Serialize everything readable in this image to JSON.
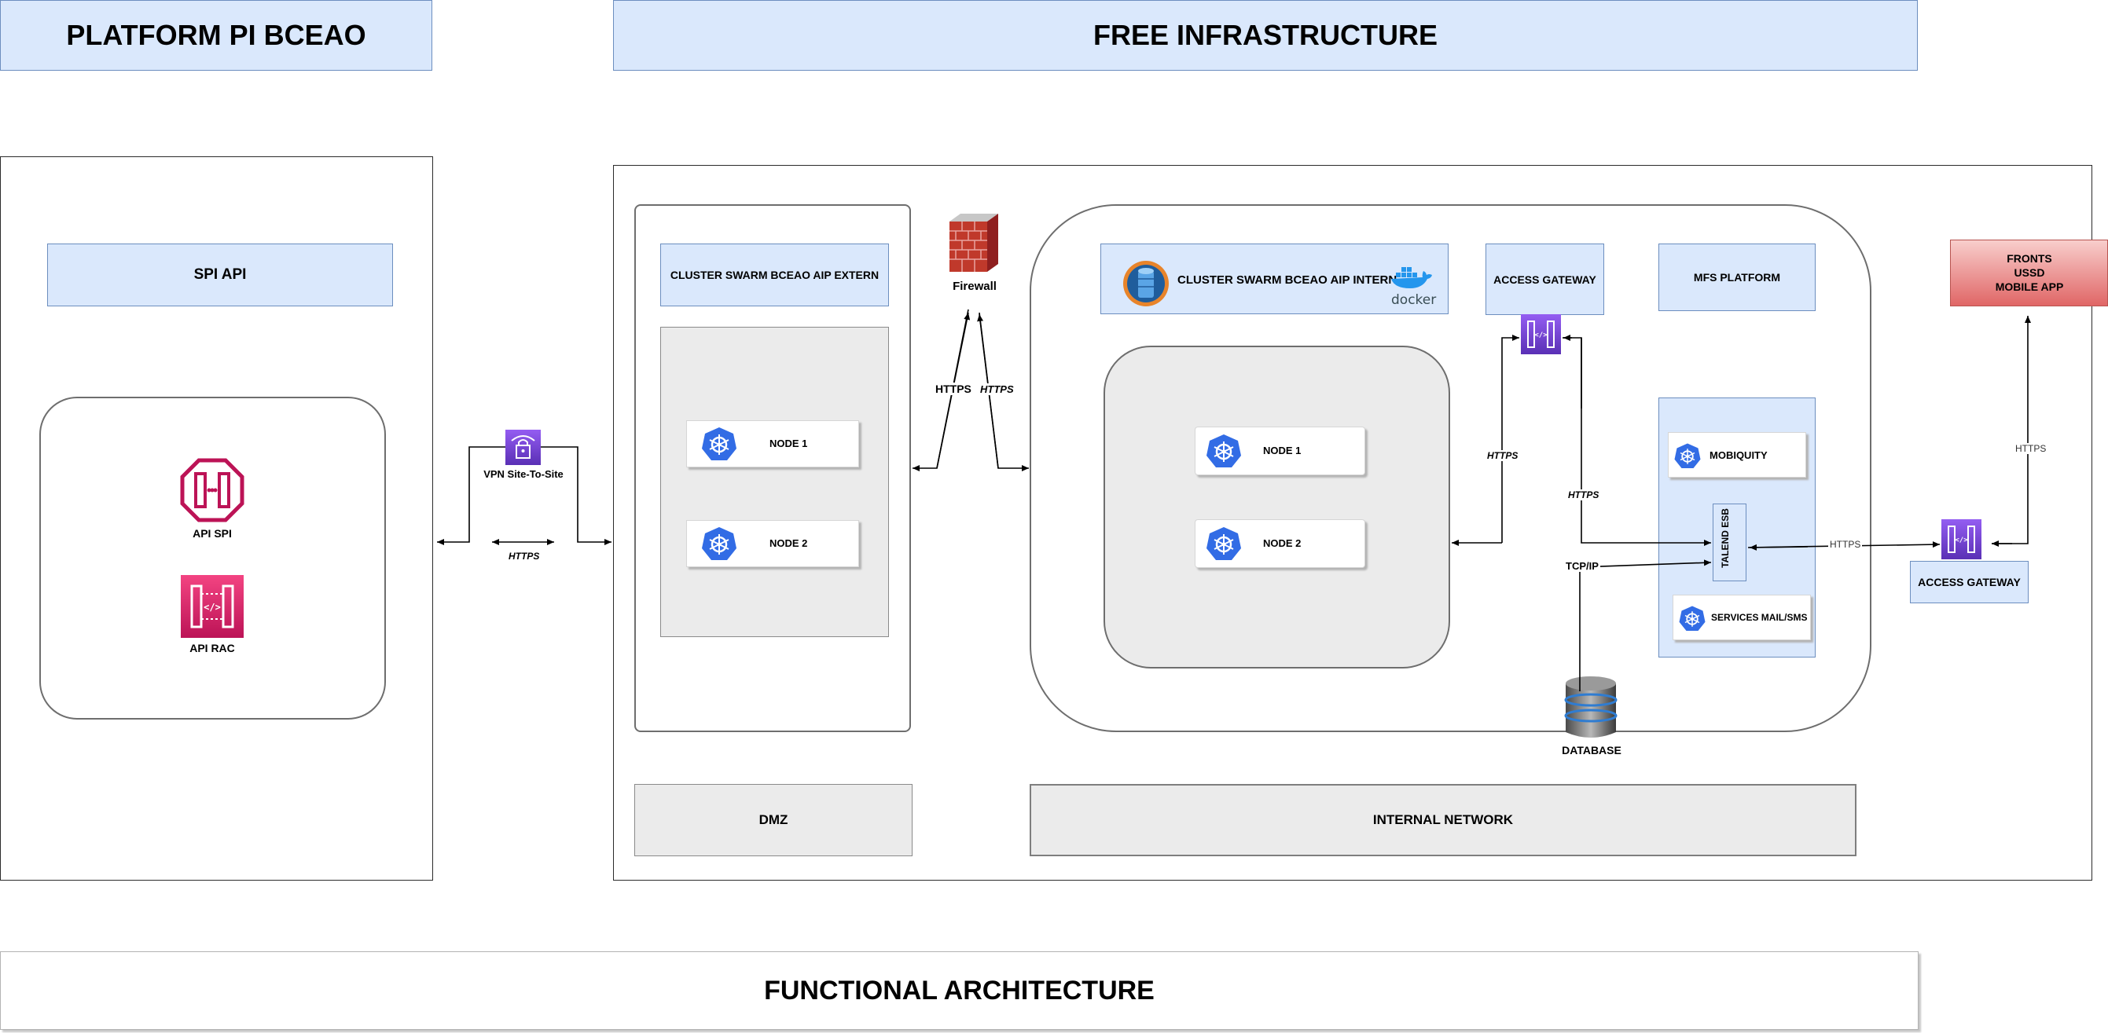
{
  "zones": {
    "platform_title": "PLATFORM PI BCEAO",
    "free_title": "FREE INFRASTRUCTURE",
    "functional_title": "FUNCTIONAL ARCHITECTURE",
    "dmz": "DMZ",
    "internal_network": "INTERNAL NETWORK"
  },
  "platform": {
    "spi_api": "SPI API",
    "api_spi": "API SPI",
    "api_rac": "API RAC"
  },
  "vpn": {
    "label": "VPN Site-To-Site",
    "protocol": "HTTPS"
  },
  "dmz_cluster": {
    "title": "CLUSTER SWARM BCEAO AIP EXTERN",
    "nodes": [
      "NODE 1",
      "NODE 2"
    ]
  },
  "firewall": {
    "label": "Firewall",
    "left_protocol": "HTTPS",
    "right_protocol": "HTTPS"
  },
  "internal_cluster": {
    "title": "CLUSTER SWARM BCEAO AIP INTERN",
    "docker_text": "docker",
    "nodes": [
      "NODE 1",
      "NODE 2"
    ],
    "link_protocol": "HTTPS"
  },
  "access_gateway_internal": {
    "label": "ACCESS GATEWAY",
    "link_protocol": "HTTPS"
  },
  "mfs": {
    "title": "MFS PLATFORM",
    "mobiquity": "MOBIQUITY",
    "talend": "TALEND ESB",
    "services": "SERVICES MAIL/SMS"
  },
  "database": {
    "label": "DATABASE",
    "protocol": "TCP/IP"
  },
  "external": {
    "fronts_lines": [
      "FRONTS",
      "USSD",
      "MOBILE APP"
    ],
    "access_gateway": "ACCESS GATEWAY",
    "protocol_to_fronts": "HTTPS",
    "protocol_to_talend": "HTTPS"
  },
  "colors": {
    "zone_blue": "#dae8fc",
    "zone_blue_border": "#6c8ebf",
    "dmz_grey": "#ebebeb",
    "fronts_red_top": "#f8cecc",
    "fronts_red_bottom": "#e06666",
    "api_pink": "#bc1356",
    "gateway_purple": "#7b3fd6",
    "k8s_blue": "#326ce5"
  }
}
